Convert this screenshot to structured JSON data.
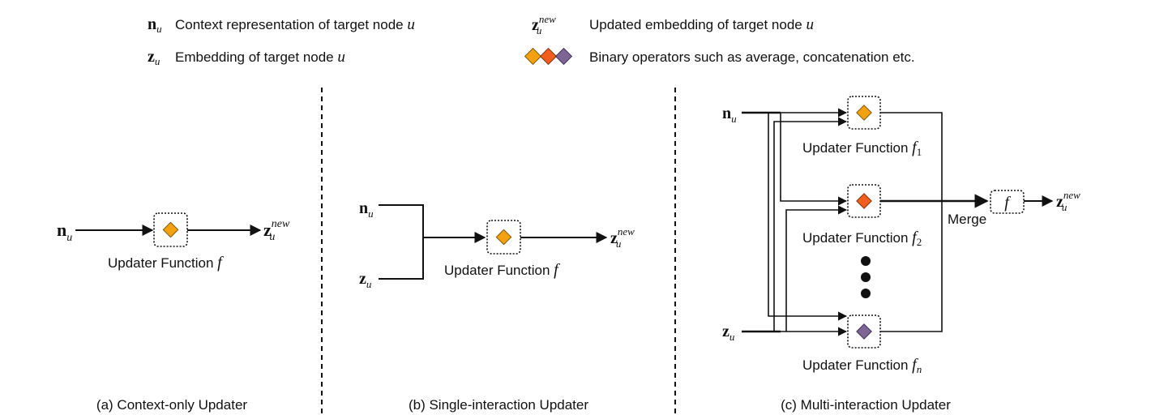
{
  "colors": {
    "operator_1": "#F4A10F",
    "operator_2": "#F25E1D",
    "operator_n": "#7F6596",
    "stroke": "#111111"
  },
  "symbols": {
    "n": "n",
    "z": "z",
    "sub_u": "u",
    "sup_new": "new",
    "f": "f",
    "sub_1": "1",
    "sub_2": "2",
    "sub_n": "n"
  },
  "legend": {
    "n_desc_prefix": "Context representation of target node ",
    "z_desc_prefix": "Embedding of target node ",
    "znew_desc_prefix": "Updated embedding of target node ",
    "node_var": "u",
    "ops_desc": "Binary operators such as average, concatenation etc."
  },
  "panel_a": {
    "updater_label": "Updater Function ",
    "caption": "(a) Context-only Updater"
  },
  "panel_b": {
    "updater_label": "Updater Function ",
    "caption": "(b) Single-interaction Updater"
  },
  "panel_c": {
    "updater_label_1": "Updater Function ",
    "updater_label_2": "Updater Function ",
    "updater_label_n": "Updater Function ",
    "merge_label": "Merge",
    "caption": "(c) Multi-interaction Updater"
  }
}
